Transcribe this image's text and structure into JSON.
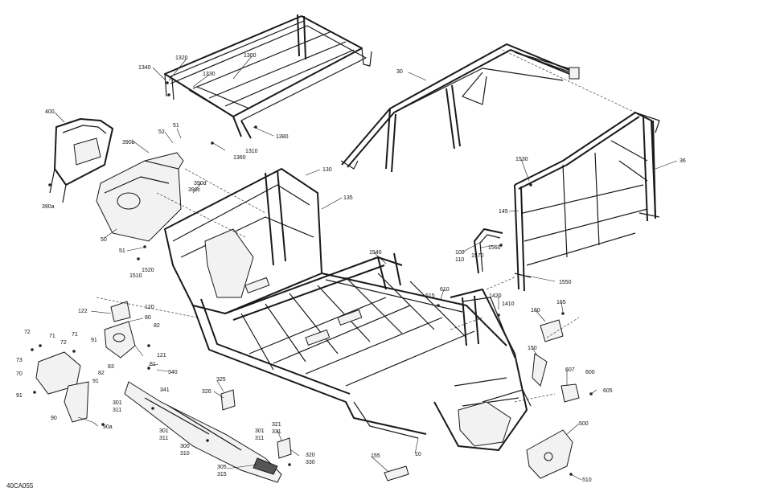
{
  "diagram_code": "40CA055",
  "callouts": [
    {
      "id": "c1340",
      "text": "1340"
    },
    {
      "id": "c1320",
      "text": "1320"
    },
    {
      "id": "c1330",
      "text": "1330"
    },
    {
      "id": "c1300",
      "text": "1300"
    },
    {
      "id": "c1380",
      "text": "1380"
    },
    {
      "id": "c1310",
      "text": "1310"
    },
    {
      "id": "c1360",
      "text": "1360"
    },
    {
      "id": "c30",
      "text": "30"
    },
    {
      "id": "c400",
      "text": "400"
    },
    {
      "id": "c52",
      "text": "52"
    },
    {
      "id": "c51a",
      "text": "51"
    },
    {
      "id": "c390b",
      "text": "390b"
    },
    {
      "id": "c390d",
      "text": "390d"
    },
    {
      "id": "c390c",
      "text": "390c"
    },
    {
      "id": "c390a",
      "text": "390a"
    },
    {
      "id": "c130",
      "text": "130"
    },
    {
      "id": "c135",
      "text": "135"
    },
    {
      "id": "c1530",
      "text": "1530"
    },
    {
      "id": "c36",
      "text": "36"
    },
    {
      "id": "c145",
      "text": "145"
    },
    {
      "id": "c50",
      "text": "50"
    },
    {
      "id": "c51b",
      "text": "51"
    },
    {
      "id": "c1520",
      "text": "1520"
    },
    {
      "id": "c1510",
      "text": "1510"
    },
    {
      "id": "c1540",
      "text": "1540"
    },
    {
      "id": "c100",
      "text": "100"
    },
    {
      "id": "c110",
      "text": "110"
    },
    {
      "id": "c1560",
      "text": "1560"
    },
    {
      "id": "c1570",
      "text": "1570"
    },
    {
      "id": "c1550",
      "text": "1550"
    },
    {
      "id": "c610",
      "text": "610"
    },
    {
      "id": "c615",
      "text": "615"
    },
    {
      "id": "c1420",
      "text": "1420"
    },
    {
      "id": "c1410",
      "text": "1410"
    },
    {
      "id": "c160",
      "text": "160"
    },
    {
      "id": "c165",
      "text": "165"
    },
    {
      "id": "c122",
      "text": "122"
    },
    {
      "id": "c120",
      "text": "120"
    },
    {
      "id": "c80",
      "text": "80"
    },
    {
      "id": "c82a",
      "text": "82"
    },
    {
      "id": "c121",
      "text": "121"
    },
    {
      "id": "c81",
      "text": "81"
    },
    {
      "id": "c72a",
      "text": "72"
    },
    {
      "id": "c71a",
      "text": "71"
    },
    {
      "id": "c71b",
      "text": "71"
    },
    {
      "id": "c72b",
      "text": "72"
    },
    {
      "id": "c91a",
      "text": "91"
    },
    {
      "id": "c73",
      "text": "73"
    },
    {
      "id": "c70",
      "text": "70"
    },
    {
      "id": "c83",
      "text": "83"
    },
    {
      "id": "c82b",
      "text": "82"
    },
    {
      "id": "c91b",
      "text": "91"
    },
    {
      "id": "c91c",
      "text": "91"
    },
    {
      "id": "c90",
      "text": "90"
    },
    {
      "id": "c90a",
      "text": "90a"
    },
    {
      "id": "c340",
      "text": "340"
    },
    {
      "id": "c341",
      "text": "341"
    },
    {
      "id": "c325",
      "text": "325"
    },
    {
      "id": "c326",
      "text": "326"
    },
    {
      "id": "c301a",
      "text": "301"
    },
    {
      "id": "c311a",
      "text": "311"
    },
    {
      "id": "c301b",
      "text": "301"
    },
    {
      "id": "c311b",
      "text": "311"
    },
    {
      "id": "c300",
      "text": "300"
    },
    {
      "id": "c310",
      "text": "310"
    },
    {
      "id": "c301c",
      "text": "301"
    },
    {
      "id": "c311c",
      "text": "311"
    },
    {
      "id": "c321",
      "text": "321"
    },
    {
      "id": "c331",
      "text": "331"
    },
    {
      "id": "c320",
      "text": "320"
    },
    {
      "id": "c330",
      "text": "330"
    },
    {
      "id": "c305",
      "text": "305"
    },
    {
      "id": "c315",
      "text": "315"
    },
    {
      "id": "c10",
      "text": "10"
    },
    {
      "id": "c155",
      "text": "155"
    },
    {
      "id": "c150",
      "text": "150"
    },
    {
      "id": "c607",
      "text": "607"
    },
    {
      "id": "c600",
      "text": "600"
    },
    {
      "id": "c605",
      "text": "605"
    },
    {
      "id": "c500",
      "text": "500"
    },
    {
      "id": "c510",
      "text": "510"
    }
  ]
}
